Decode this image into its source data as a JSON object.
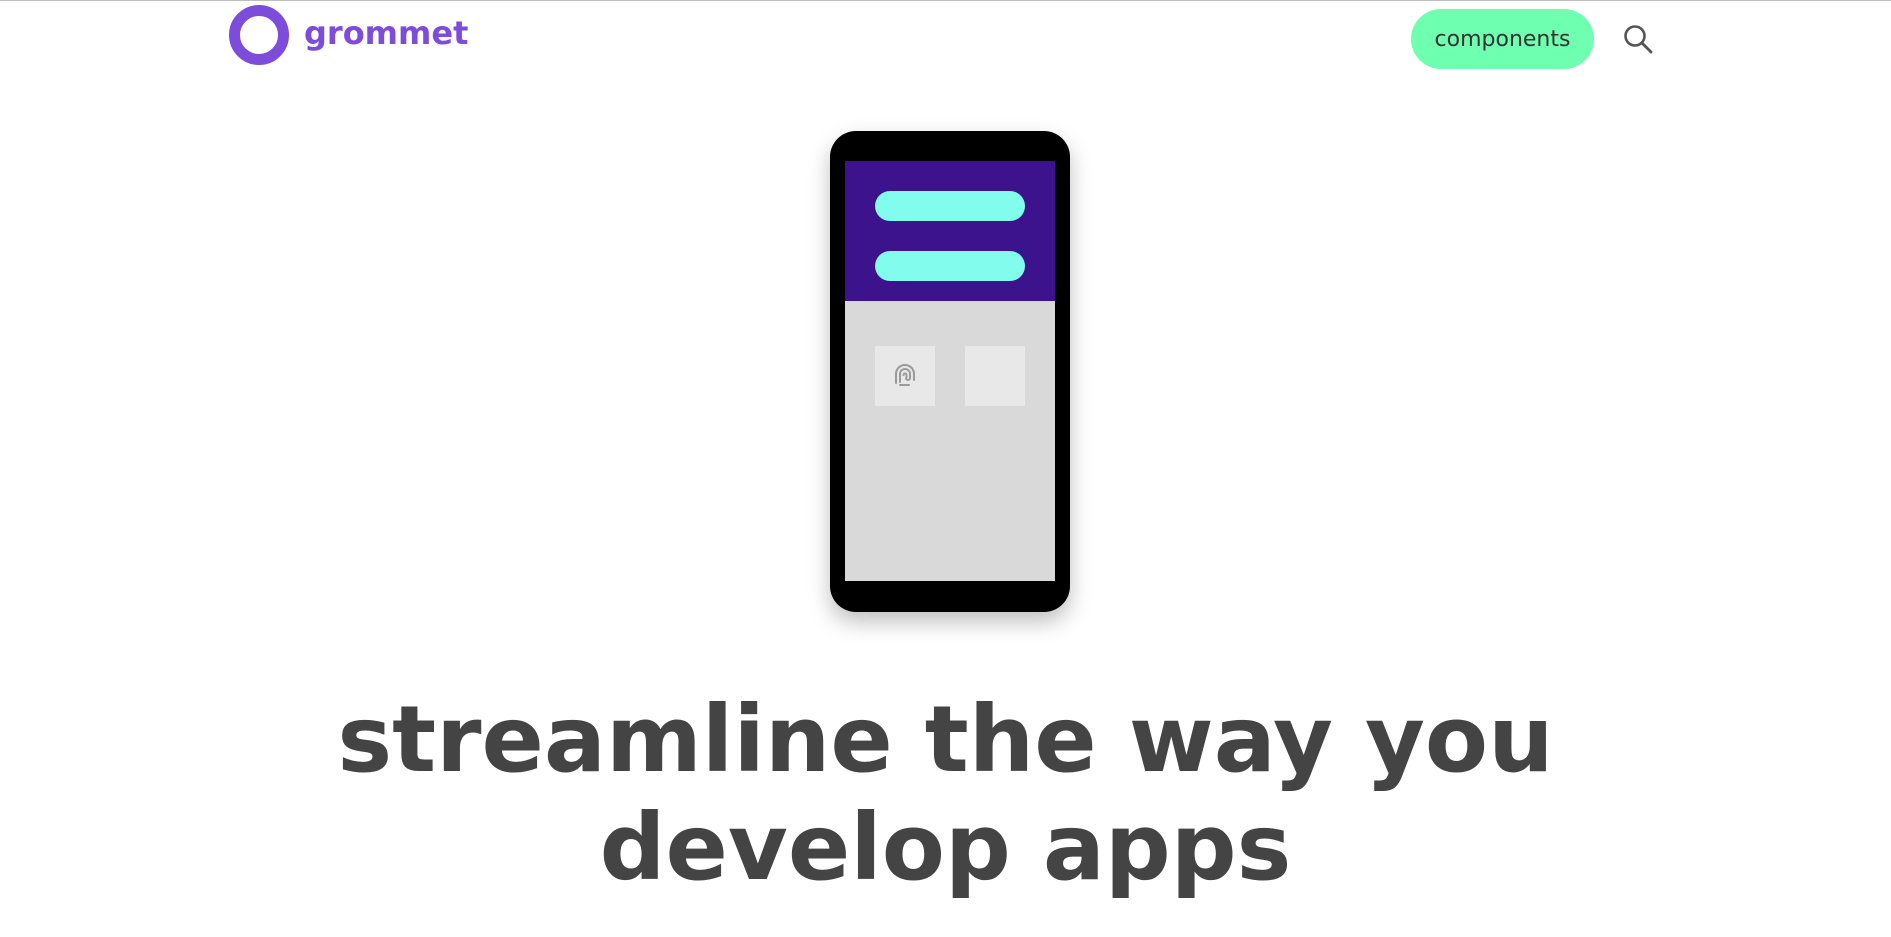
{
  "header": {
    "brand_name": "grommet",
    "nav_components_label": "components",
    "search_icon": "search-icon",
    "brand_icon": "grommet-ring-logo"
  },
  "hero": {
    "headline_line1": "streamline the way you",
    "headline_line2": "develop apps",
    "illustration_icon": "fingerprint-icon"
  },
  "colors": {
    "brand": "#7D4CDB",
    "accent_green": "#6FFFB0",
    "phone_header": "#3D138D",
    "phone_pill": "#81FCED",
    "text": "#444444"
  }
}
